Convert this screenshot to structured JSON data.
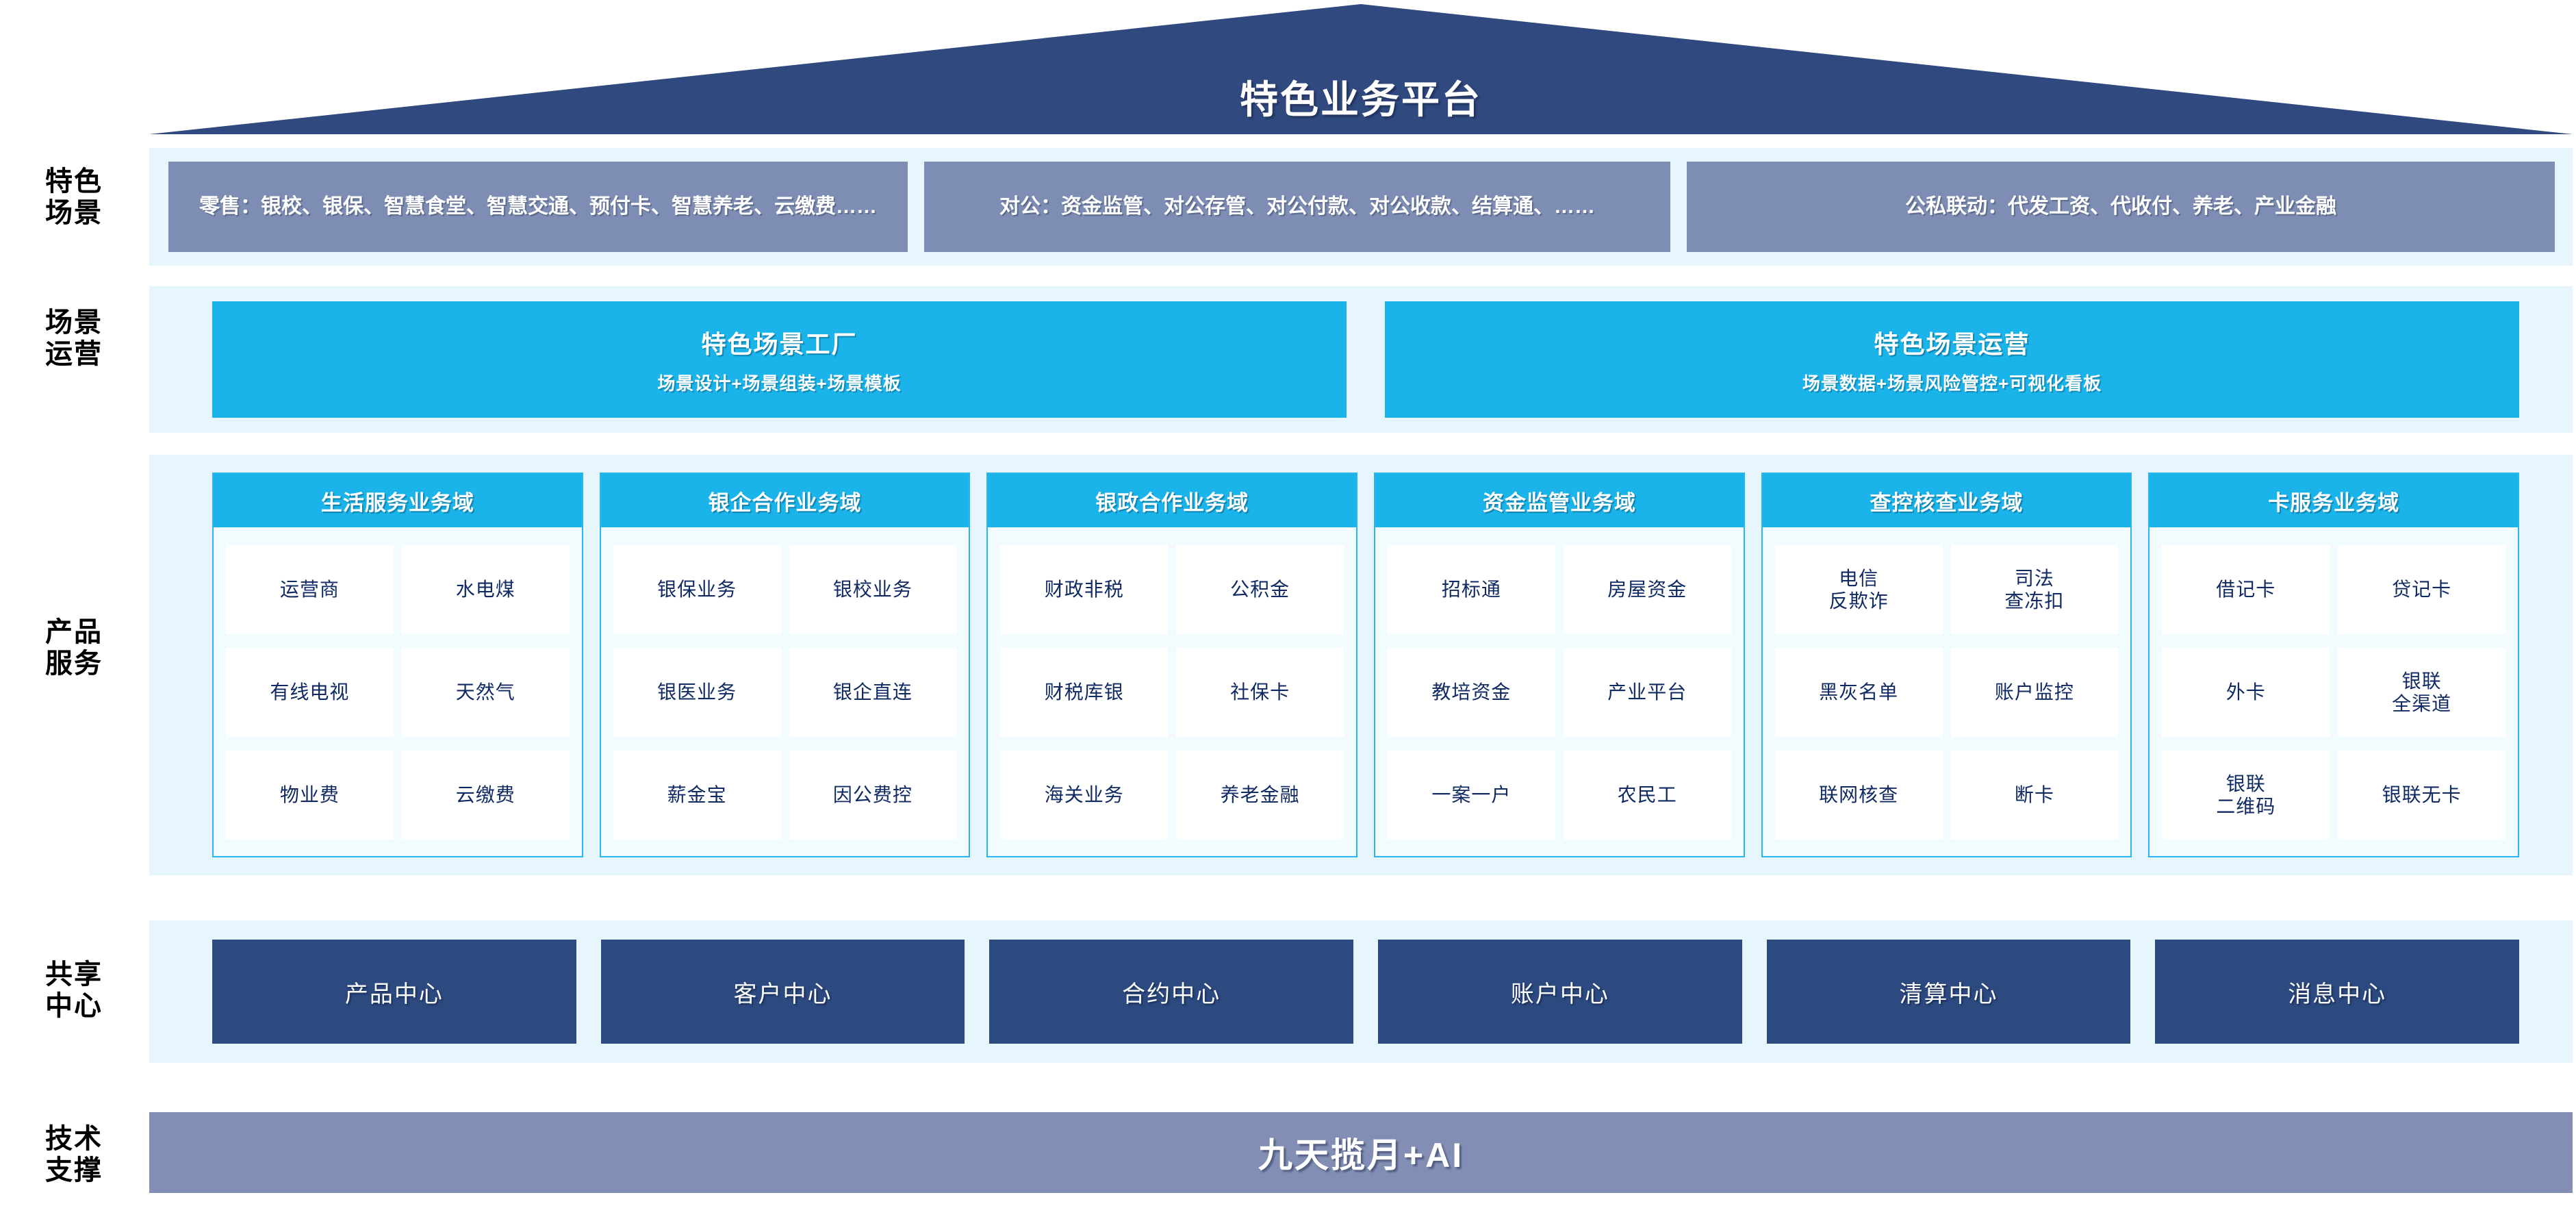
{
  "title": "特色业务平台",
  "axis_labels": [
    {
      "key": "scenes",
      "text": "特色\n场景"
    },
    {
      "key": "ops",
      "text": "场景\n运营"
    },
    {
      "key": "products",
      "text": "产品\n服务"
    },
    {
      "key": "centers",
      "text": "共享\n中心"
    },
    {
      "key": "tech",
      "text": "技术\n支撑"
    }
  ],
  "scenes": [
    {
      "label": "零售：银校、银保、智慧食堂、智慧交通、预付卡、智慧养老、云缴费……"
    },
    {
      "label": "对公：资金监管、对公存管、对公付款、对公收款、结算通、……"
    },
    {
      "label": "公私联动：代发工资、代收付、养老、产业金融"
    }
  ],
  "operations": [
    {
      "title": "特色场景工厂",
      "subtitle": "场景设计+场景组装+场景模板"
    },
    {
      "title": "特色场景运营",
      "subtitle": "场景数据+场景风险管控+可视化看板"
    }
  ],
  "domains": [
    {
      "title": "生活服务业务域",
      "items": [
        "运营商",
        "水电煤",
        "有线电视",
        "天然气",
        "物业费",
        "云缴费"
      ]
    },
    {
      "title": "银企合作业务域",
      "items": [
        "银保业务",
        "银校业务",
        "银医业务",
        "银企直连",
        "薪金宝",
        "因公费控"
      ]
    },
    {
      "title": "银政合作业务域",
      "items": [
        "财政非税",
        "公积金",
        "财税库银",
        "社保卡",
        "海关业务",
        "养老金融"
      ]
    },
    {
      "title": "资金监管业务域",
      "items": [
        "招标通",
        "房屋资金",
        "教培资金",
        "产业平台",
        "一案一户",
        "农民工"
      ]
    },
    {
      "title": "查控核查业务域",
      "items": [
        "电信\n反欺诈",
        "司法\n查冻扣",
        "黑灰名单",
        "账户监控",
        "联网核查",
        "断卡"
      ]
    },
    {
      "title": "卡服务业务域",
      "items": [
        "借记卡",
        "贷记卡",
        "外卡",
        "银联\n全渠道",
        "银联\n二维码",
        "银联无卡"
      ]
    }
  ],
  "shared_centers": [
    {
      "label": "产品中心"
    },
    {
      "label": "客户中心"
    },
    {
      "label": "合约中心"
    },
    {
      "label": "账户中心"
    },
    {
      "label": "清算中心"
    },
    {
      "label": "消息中心"
    }
  ],
  "tech_support": {
    "label": "九天揽月+AI"
  },
  "colors": {
    "roof": "#30497f",
    "scene_box": "#7e8db3",
    "cyan": "#1ab4ea",
    "band": "#e7f6fd",
    "card_body": "#f2fbfe",
    "cell_text": "#102a63",
    "center_box": "#2c4a80",
    "tech_bar": "#828eb4"
  }
}
